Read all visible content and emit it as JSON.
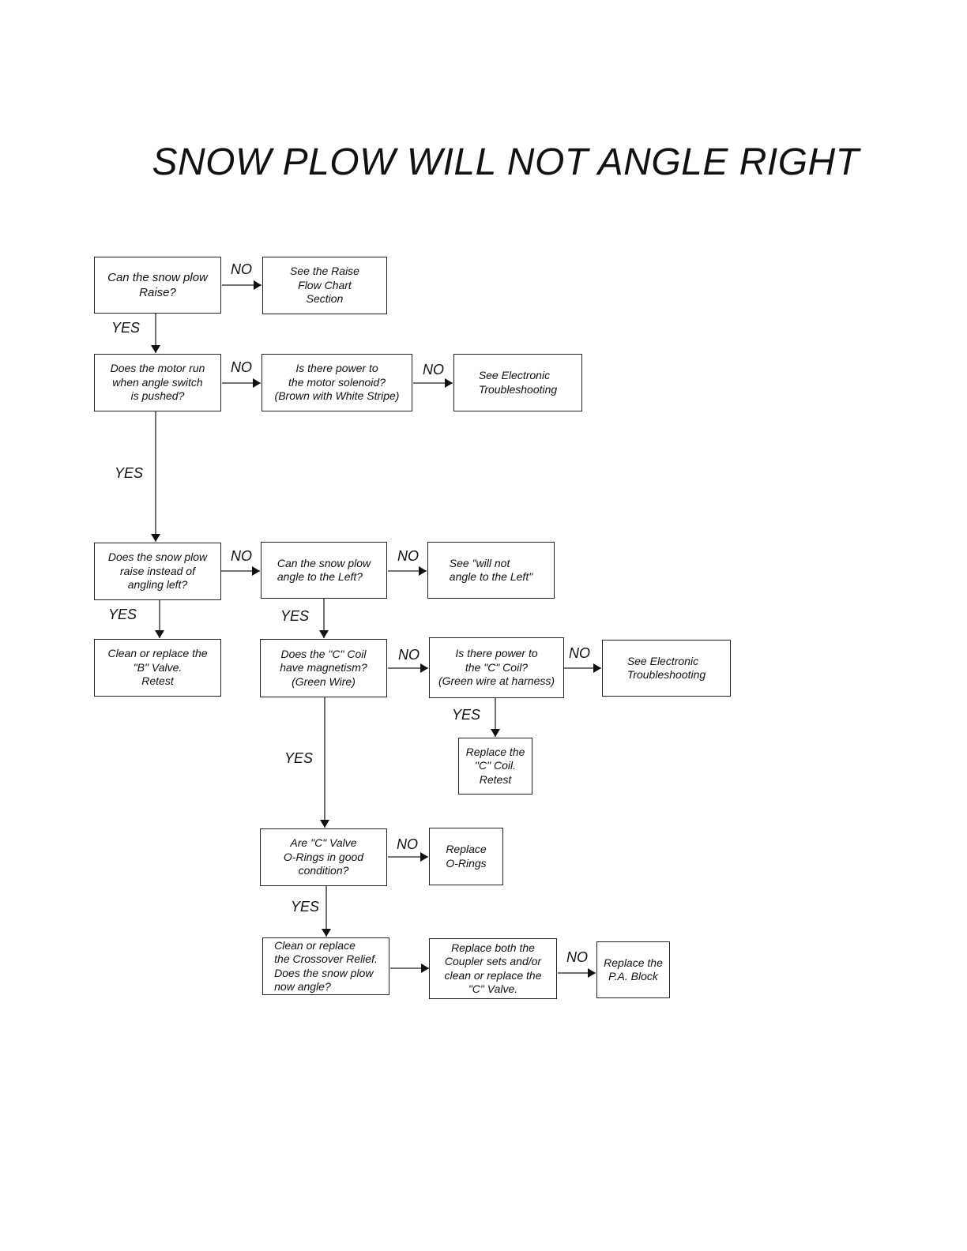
{
  "title": "SNOW PLOW WILL NOT ANGLE RIGHT",
  "nodes": {
    "q_raise": "Can the snow plow\nRaise?",
    "see_raise": "See the Raise\nFlow Chart\nSection",
    "q_motor": "Does the motor run\nwhen angle switch\nis pushed?",
    "q_power_solenoid": "Is there power to\nthe motor solenoid?\n(Brown with White Stripe)",
    "see_electronic_1": "See Electronic\nTroubleshooting",
    "q_raise_instead": "Does the snow plow\nraise instead of\nangling left?",
    "q_angle_left": "Can the snow plow\nangle to the Left?",
    "see_angle_left": "See \"will not\nangle to the Left\"",
    "clean_b_valve": "Clean or replace the\n\"B\" Valve.\nRetest",
    "q_c_coil": "Does the \"C\" Coil\nhave magnetism?\n(Green Wire)",
    "q_power_c_coil": "Is there power to\nthe \"C\" Coil?\n(Green wire at harness)",
    "see_electronic_2": "See Electronic\nTroubleshooting",
    "replace_c_coil": "Replace the\n\"C\" Coil.\nRetest",
    "q_c_orings": "Are \"C\" Valve\nO-Rings in good\ncondition?",
    "replace_orings": "Replace\nO-Rings",
    "clean_crossover": "Clean or replace\nthe Crossover Relief.\nDoes the snow plow\nnow angle?",
    "replace_coupler": "Replace both the\nCoupler sets and/or\nclean or replace the\n\"C\" Valve.",
    "replace_pa_block": "Replace the\nP.A. Block"
  },
  "labels": {
    "yes": "YES",
    "no": "NO"
  }
}
